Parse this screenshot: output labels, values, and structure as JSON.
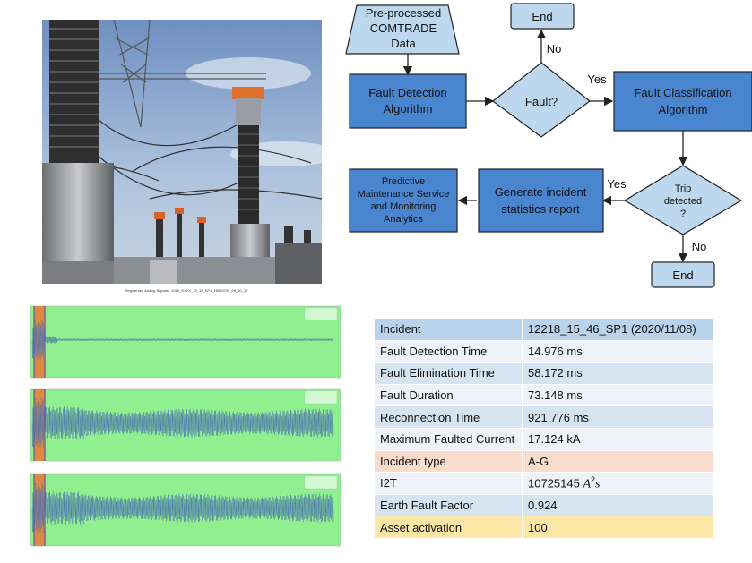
{
  "flowchart": {
    "input": [
      "Pre-processed",
      "COMTRADE",
      "Data"
    ],
    "fault_detection": [
      "Fault Detection",
      "Algorithm"
    ],
    "fault_decision": "Fault?",
    "end_top": "End",
    "no_top": "No",
    "yes_right": "Yes",
    "fault_classification": [
      "Fault Classification",
      "Algorithm"
    ],
    "trip_decision": [
      "Trip",
      "detected",
      "?"
    ],
    "yes_left": "Yes",
    "no_bottom": "No",
    "incident_report": [
      "Generate incident",
      "statistics report"
    ],
    "predictive": [
      "Predictive",
      "Maintenance Service",
      "and Monitoring",
      "Analytics"
    ],
    "end_bottom": "End"
  },
  "plots": {
    "title": "Segmented Analog Signals - 1080_SXXX_15_15_SP1_18563705_09_10_17",
    "panel_count": 3,
    "colors": {
      "background": "#90f090",
      "fault_band": "#e6803a",
      "signal": "#4b6fb0",
      "trigger": "#6a4fa0"
    }
  },
  "table": {
    "rows": [
      {
        "key": "Incident",
        "value": "12218_15_46_SP1 (2020/11/08)",
        "style": "head"
      },
      {
        "key": "Fault Detection Time",
        "value": "14.976 ms",
        "style": "light"
      },
      {
        "key": "Fault Elimination Time",
        "value": "58.172 ms",
        "style": "blue"
      },
      {
        "key": "Fault Duration",
        "value": "73.148 ms",
        "style": "light"
      },
      {
        "key": "Reconnection Time",
        "value": "921.776 ms",
        "style": "blue"
      },
      {
        "key": "Maximum Faulted Current",
        "value": "17.124 kA",
        "style": "light"
      },
      {
        "key": "Incident type",
        "value": "A-G",
        "style": "peach"
      },
      {
        "key": "I2T",
        "value": "10725145",
        "unit_base": "A",
        "unit_exp": "2",
        "unit_tail": "s",
        "style": "light"
      },
      {
        "key": "Earth Fault Factor",
        "value": "0.924",
        "style": "blue"
      },
      {
        "key": "Asset activation",
        "value": "100",
        "style": "gold"
      }
    ]
  }
}
